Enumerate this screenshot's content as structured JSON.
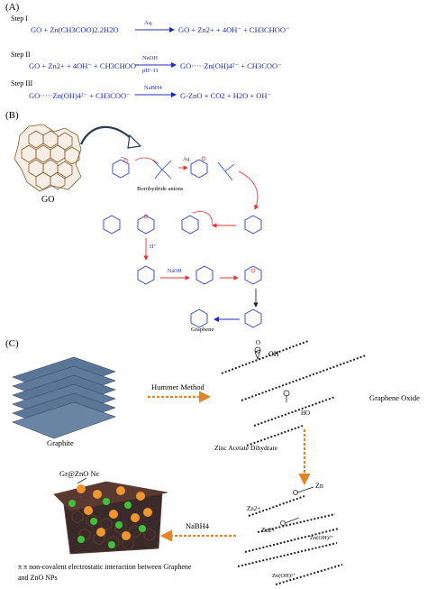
{
  "panel_a": {
    "label": "(A)",
    "step1": {
      "name": "Step I",
      "left": "GO  +  Zn(CH3COO)2.2H2O",
      "cond": "Aq.",
      "right": "GO + Zn2+ + 4OH⁻ +  CH3CHOO⁻"
    },
    "step2": {
      "name": "Step II",
      "left": "GO + Zn2+ + 4OH⁻ +  CH3CHOO⁻",
      "cond_top": "NaOH",
      "cond_bottom": "pH~11",
      "right": "GO·····Zn(OH)4²⁻ +  CH3COO⁻"
    },
    "step3": {
      "name": "Step III",
      "left": "GO·····Zn(OH)4²⁻ +  CH3COO⁻",
      "cond": "NaBH4",
      "right": "G-ZnO  +   CO2   +  H2O  +  OH⁻"
    }
  },
  "panel_b": {
    "label": "(B)",
    "go_label": "GO",
    "borohydride_label": "Borohydride anions",
    "graphene_label": "Graphene",
    "aq_label": "Aq.",
    "naoh_label": "NaOH",
    "h_label": "H⁺"
  },
  "panel_c": {
    "label": "(C)",
    "graphite_label": "Graphite",
    "hummer_label": "Hummer Method",
    "graphene_oxide_label": "Graphene Oxide",
    "zinc_acetate_label": "Zinc Acetate Dihydrate",
    "nabh4_label": "NaBH4",
    "nc_label": "Gr@ZnO Nc",
    "interaction_line1": "π π non-covalent electrostatic interaction between Graphene",
    "interaction_line2": "and ZnO NPs",
    "oh_label": "OH",
    "o_label": "O",
    "ho_label": "HO",
    "zn_label": "Zn",
    "zn2_label": "Zn2+",
    "znoh_label": "Zn(OH)²⁺",
    "znoh2_label": "Zn(OH)²⁺"
  },
  "colors": {
    "eq_blue": "#1c2bb8",
    "orange_dash": "#e0862a",
    "graphite_blue": "#5a7596",
    "arrow_dark": "#2a3b52"
  }
}
